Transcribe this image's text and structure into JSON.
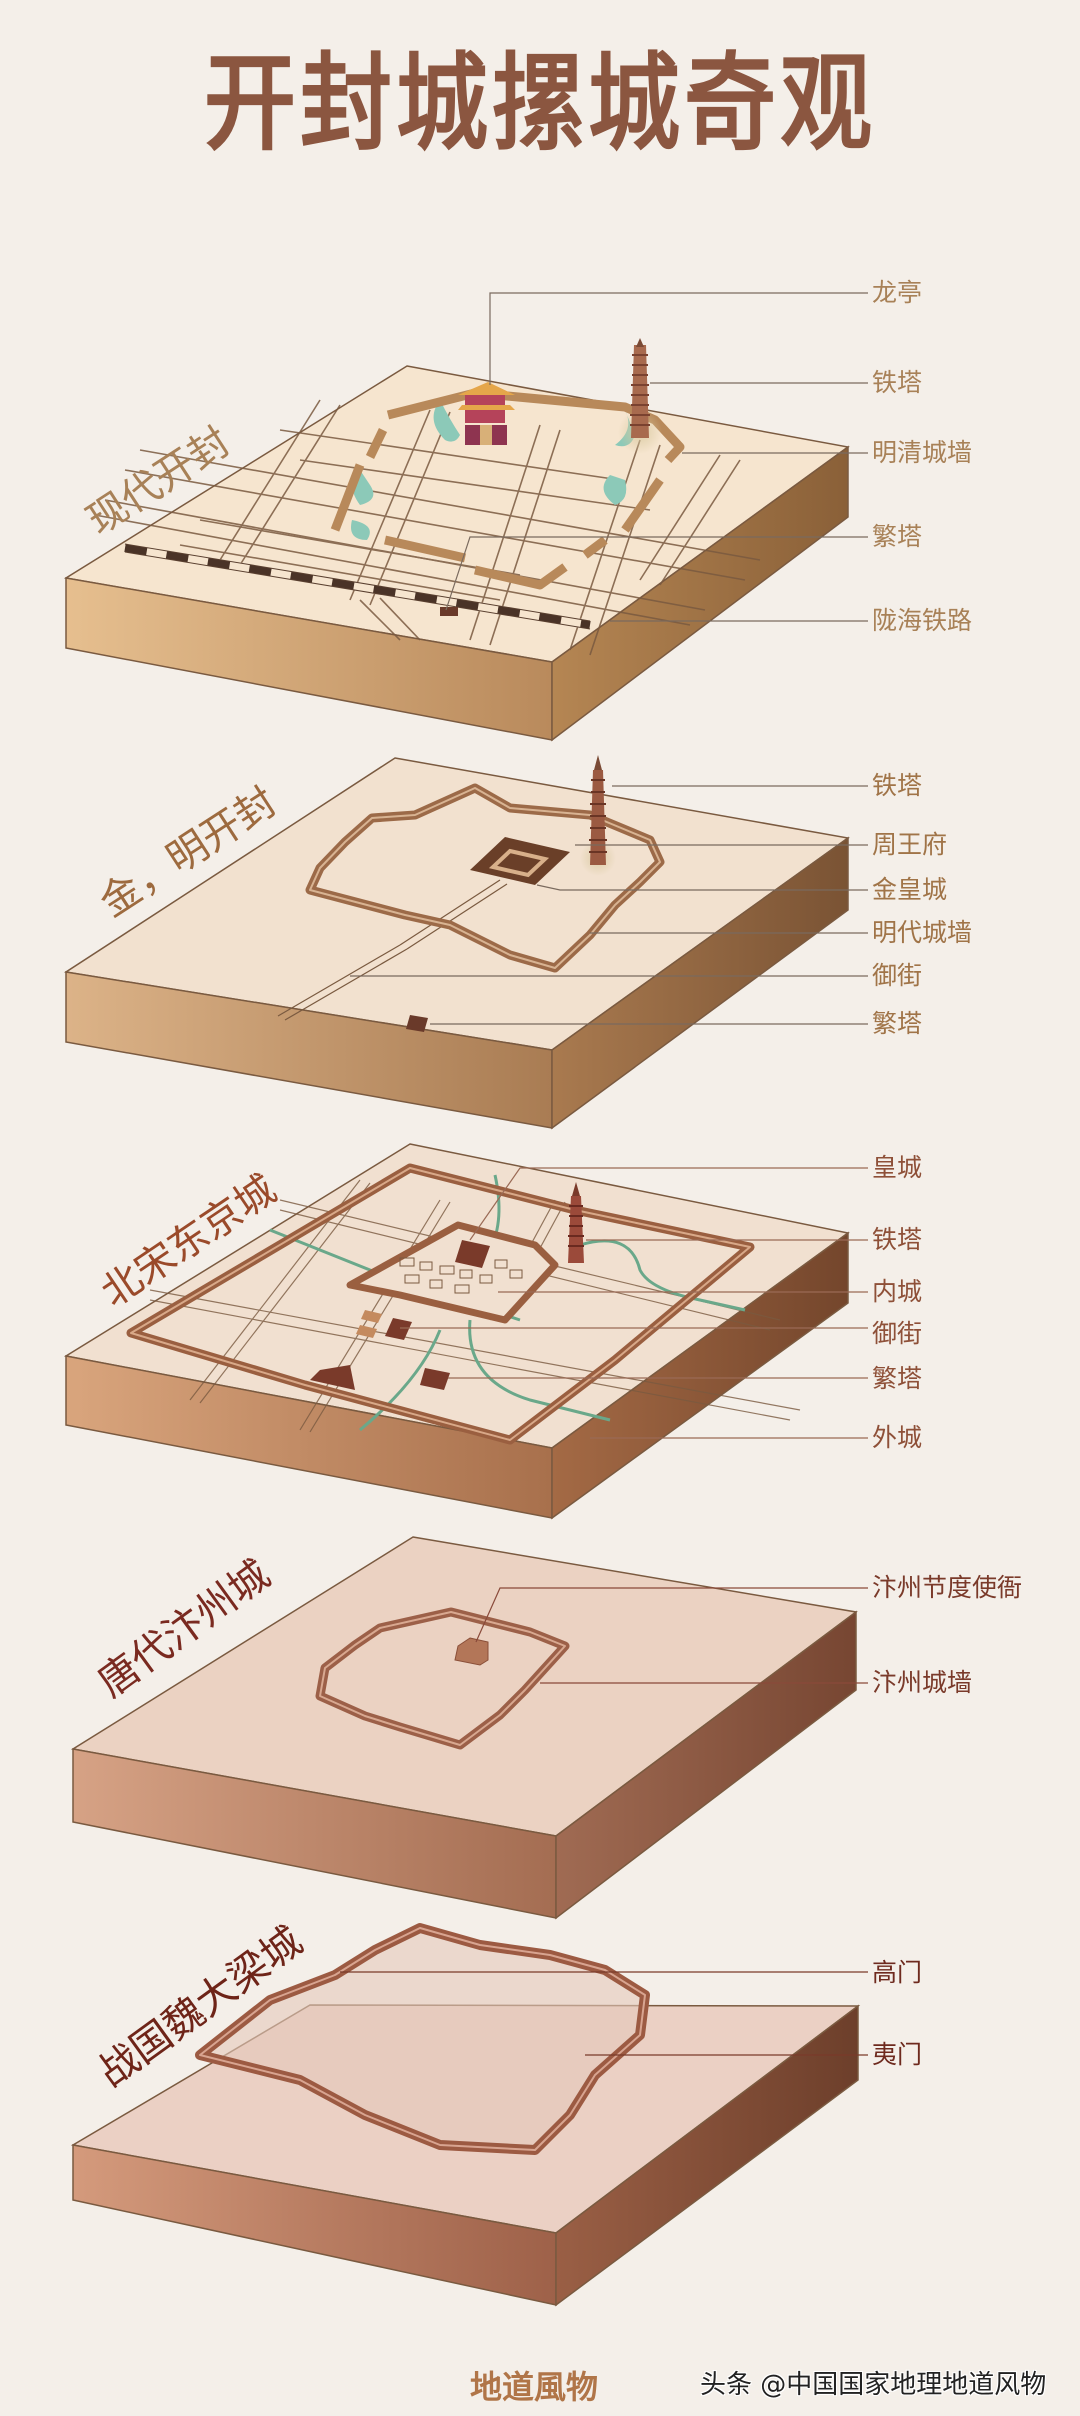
{
  "title": "开封城摞城奇观",
  "colors": {
    "background": "#f4efe9",
    "title": "#8b5640",
    "label_gold": "#a88157",
    "label_brown": "#8e5038",
    "label_dark_red": "#7a3a2a",
    "river": "#6aa88a",
    "pond": "#8cc9b8"
  },
  "layers": [
    {
      "name": "现代开封",
      "era": "modern",
      "labels": [
        "龙亭",
        "铁塔",
        "明清城墙",
        "繁塔",
        "陇海铁路"
      ]
    },
    {
      "name": "金，明开封",
      "era": "jin-ming",
      "labels": [
        "铁塔",
        "周王府",
        "金皇城",
        "明代城墙",
        "御街",
        "繁塔"
      ]
    },
    {
      "name": "北宋东京城",
      "era": "northern-song",
      "labels": [
        "皇城",
        "铁塔",
        "内城",
        "御街",
        "繁塔",
        "外城"
      ]
    },
    {
      "name": "唐代汴州城",
      "era": "tang",
      "labels": [
        "汴州节度使衙",
        "汴州城墙"
      ]
    },
    {
      "name": "战国魏大梁城",
      "era": "warring-states",
      "labels": [
        "高门",
        "夷门"
      ]
    }
  ],
  "footer": {
    "brand": "地道風物",
    "watermark": "头条 @中国国家地理地道风物"
  }
}
